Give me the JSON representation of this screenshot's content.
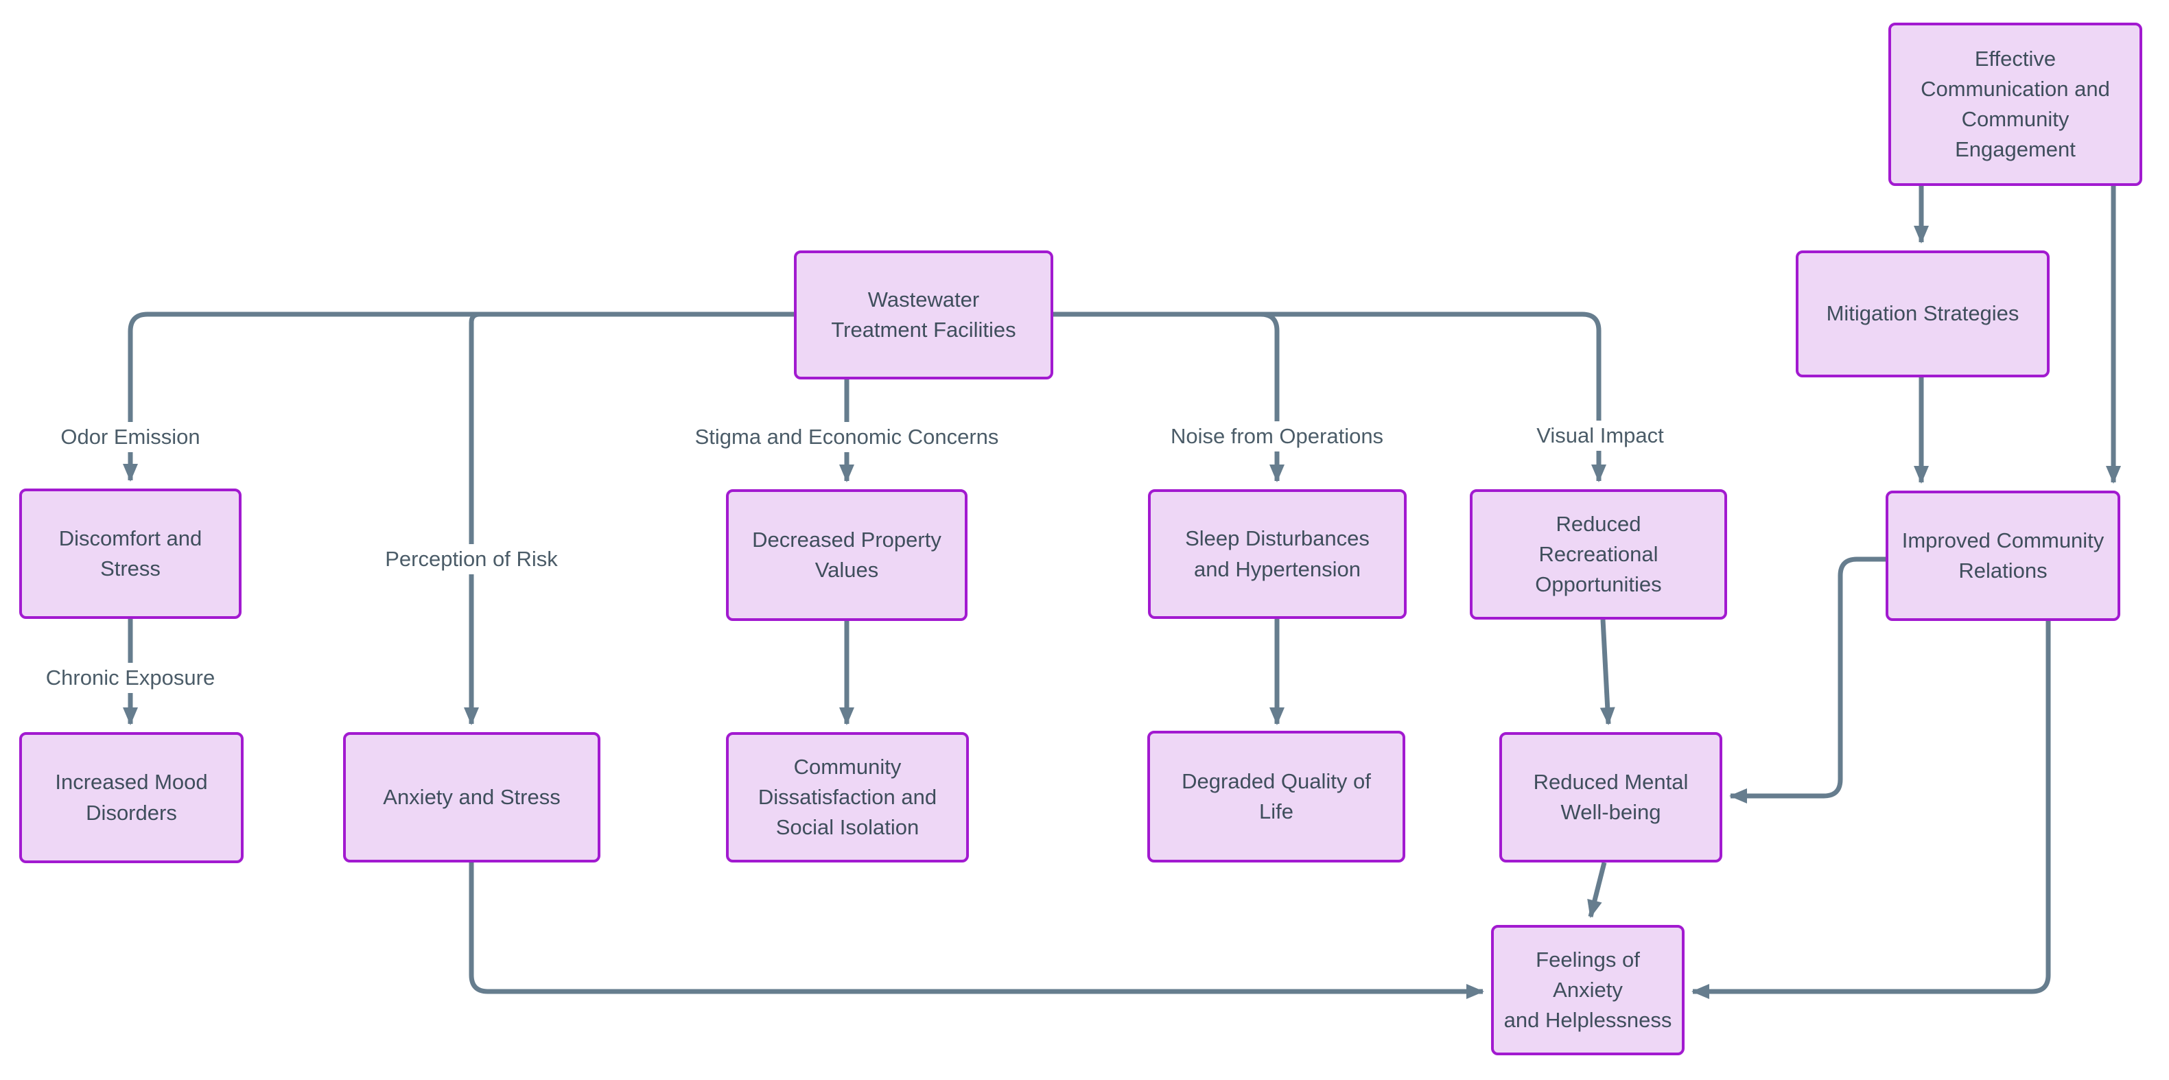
{
  "diagram": {
    "type": "flowchart",
    "background": "#ffffff",
    "colors": {
      "node_fill": "#eed7f6",
      "node_border": "#a21ad0",
      "node_text": "#3f4e5c",
      "edge_line": "#667d8e",
      "edge_label_text": "#4b5c68"
    },
    "nodes": [
      {
        "id": "wastewater",
        "label": "Wastewater\nTreatment Facilities"
      },
      {
        "id": "effective",
        "label": "Effective\nCommunication and\nCommunity\nEngagement"
      },
      {
        "id": "mitigation",
        "label": "Mitigation Strategies"
      },
      {
        "id": "discomfort",
        "label": "Discomfort and\nStress"
      },
      {
        "id": "decreased",
        "label": "Decreased Property\nValues"
      },
      {
        "id": "sleep",
        "label": "Sleep Disturbances\nand Hypertension"
      },
      {
        "id": "reducedrec",
        "label": "Reduced\nRecreational\nOpportunities"
      },
      {
        "id": "improved",
        "label": "Improved Community\nRelations"
      },
      {
        "id": "increasedmood",
        "label": "Increased Mood\nDisorders"
      },
      {
        "id": "anxiety",
        "label": "Anxiety and Stress"
      },
      {
        "id": "communitydis",
        "label": "Community\nDissatisfaction and\nSocial Isolation"
      },
      {
        "id": "degraded",
        "label": "Degraded Quality of\nLife"
      },
      {
        "id": "reducedmental",
        "label": "Reduced Mental\nWell-being"
      },
      {
        "id": "feelings",
        "label": "Feelings of Anxiety\nand Helplessness"
      }
    ],
    "edges": [
      {
        "from": "wastewater",
        "to": "discomfort",
        "label": "Odor Emission"
      },
      {
        "from": "discomfort",
        "to": "increasedmood",
        "label": "Chronic Exposure"
      },
      {
        "from": "wastewater",
        "to": "anxiety",
        "label": "Perception of Risk"
      },
      {
        "from": "wastewater",
        "to": "decreased",
        "label": "Stigma and Economic Concerns"
      },
      {
        "from": "decreased",
        "to": "communitydis",
        "label": ""
      },
      {
        "from": "wastewater",
        "to": "sleep",
        "label": "Noise from Operations"
      },
      {
        "from": "sleep",
        "to": "degraded",
        "label": ""
      },
      {
        "from": "wastewater",
        "to": "reducedrec",
        "label": "Visual Impact"
      },
      {
        "from": "reducedrec",
        "to": "reducedmental",
        "label": ""
      },
      {
        "from": "reducedmental",
        "to": "feelings",
        "label": ""
      },
      {
        "from": "anxiety",
        "to": "feelings",
        "label": ""
      },
      {
        "from": "effective",
        "to": "mitigation",
        "label": ""
      },
      {
        "from": "mitigation",
        "to": "improved",
        "label": ""
      },
      {
        "from": "effective",
        "to": "improved",
        "label": ""
      },
      {
        "from": "improved",
        "to": "reducedmental",
        "label": ""
      },
      {
        "from": "improved",
        "to": "feelings",
        "label": ""
      }
    ]
  }
}
